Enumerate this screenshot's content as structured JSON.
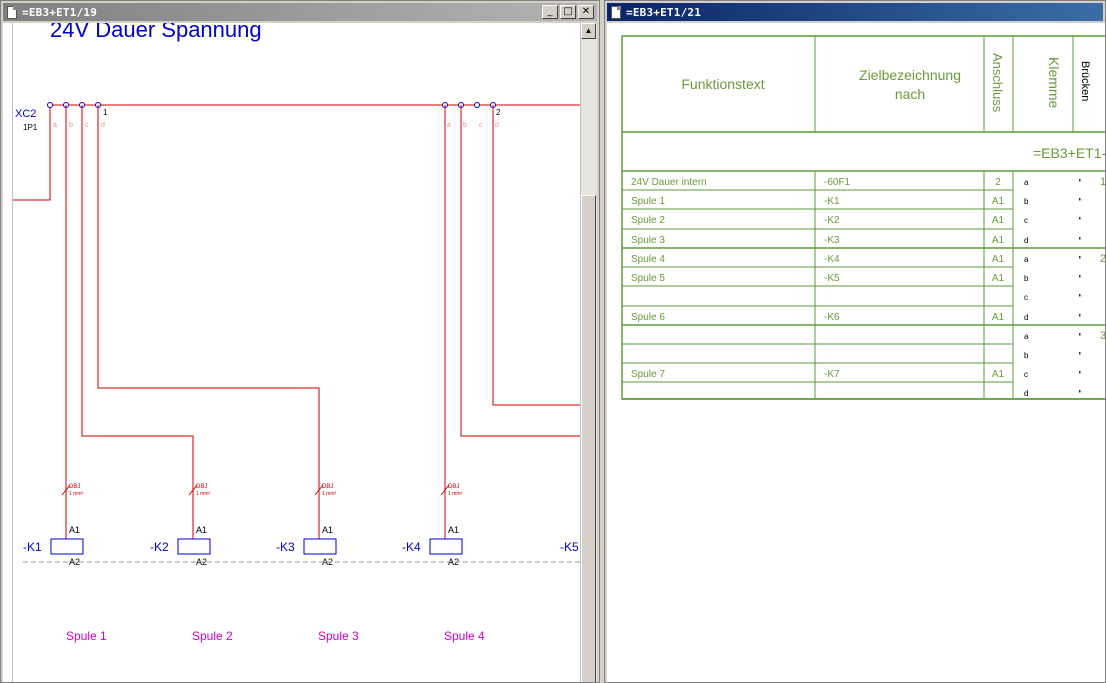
{
  "left_window": {
    "title": "=EB3+ET1/19",
    "buttons": {
      "minimize": "_",
      "maximize": "□",
      "close": "✕"
    },
    "diagram": {
      "page_heading": "24V Dauer Spannung",
      "terminal_strip": "XC2",
      "potential": "1P1",
      "terminal_group_1": "1",
      "terminal_group_2": "2",
      "pins": [
        "a",
        "b",
        "c",
        "d"
      ],
      "wire_label": "DBJ",
      "wire_section": "1 mm²",
      "coil_top": "A1",
      "coil_bottom": "A2",
      "coils": [
        {
          "tag": "-K1",
          "label": "Spule 1"
        },
        {
          "tag": "-K2",
          "label": "Spule 2"
        },
        {
          "tag": "-K3",
          "label": "Spule 3"
        },
        {
          "tag": "-K4",
          "label": "Spule 4"
        }
      ],
      "partial_coil_tag": "-K5"
    }
  },
  "right_window": {
    "title": "=EB3+ET1/21",
    "table": {
      "headers": {
        "funktionstext": "Funktionstext",
        "ziel_line1": "Zielbezeichnung",
        "ziel_line2": "nach",
        "anschluss": "Anschluss",
        "klemme": "Klemme",
        "bruecken": "Brücken"
      },
      "group_label": "=EB3+ET1-",
      "rows": [
        {
          "text": "24V Dauer intern",
          "target": "-60F1",
          "conn": "2",
          "pin": "a",
          "terminal": "1"
        },
        {
          "text": "Spule 1",
          "target": "-K1",
          "conn": "A1",
          "pin": "b",
          "terminal": ""
        },
        {
          "text": "Spule 2",
          "target": "-K2",
          "conn": "A1",
          "pin": "c",
          "terminal": ""
        },
        {
          "text": "Spule 3",
          "target": "-K3",
          "conn": "A1",
          "pin": "d",
          "terminal": ""
        },
        {
          "text": "Spule 4",
          "target": "-K4",
          "conn": "A1",
          "pin": "a",
          "terminal": "2"
        },
        {
          "text": "Spule 5",
          "target": "-K5",
          "conn": "A1",
          "pin": "b",
          "terminal": ""
        },
        {
          "text": "",
          "target": "",
          "conn": "",
          "pin": "c",
          "terminal": ""
        },
        {
          "text": "Spule 6",
          "target": "-K6",
          "conn": "A1",
          "pin": "d",
          "terminal": ""
        },
        {
          "text": "",
          "target": "",
          "conn": "",
          "pin": "a",
          "terminal": "3"
        },
        {
          "text": "",
          "target": "",
          "conn": "",
          "pin": "b",
          "terminal": ""
        },
        {
          "text": "Spule 7",
          "target": "-K7",
          "conn": "A1",
          "pin": "c",
          "terminal": ""
        },
        {
          "text": "",
          "target": "",
          "conn": "",
          "pin": "d",
          "terminal": ""
        }
      ]
    }
  },
  "colors": {
    "wire": "#cc0000",
    "schematic_blue": "#0000cc",
    "function_text_magenta": "#cc00cc",
    "table_green": "#5f9b3a",
    "table_text_green": "#6a9a3c",
    "active_title": "#0a246a",
    "inactive_title": "#808080"
  }
}
